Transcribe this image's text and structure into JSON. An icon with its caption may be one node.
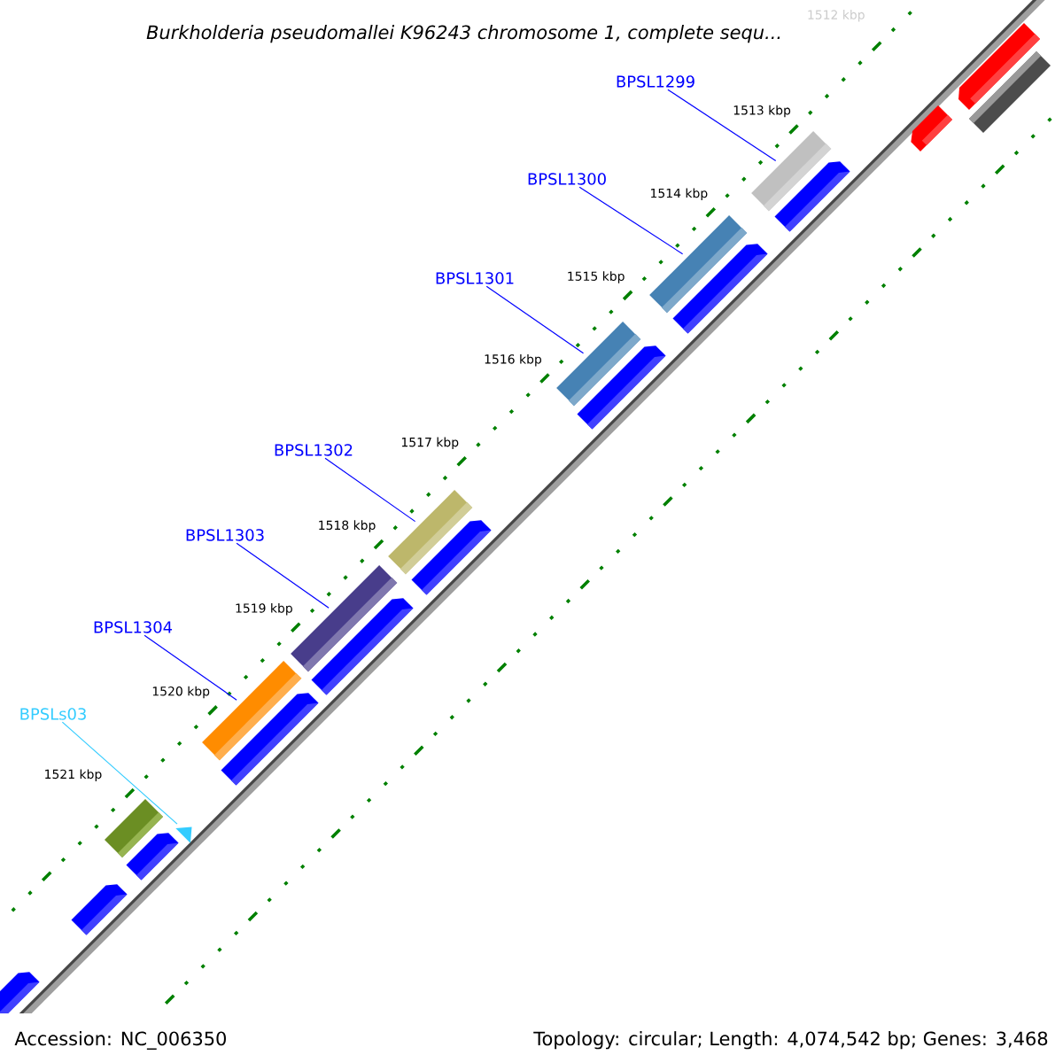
{
  "diagram": {
    "title": "Burkholderia pseudomallei K96243 chromosome 1, complete sequ...",
    "nodes": [
      {
        "text": [
          "BPSL1299"
        ]
      },
      {
        "text": [
          "BPSL1300"
        ]
      },
      {
        "text": [
          "BPSL1301"
        ]
      },
      {
        "text": [
          "BPSL1302"
        ]
      },
      {
        "text": [
          "BPSL1303"
        ]
      },
      {
        "text": [
          "BPSL1304"
        ]
      },
      {
        "text": [
          "BPSLs03"
        ]
      },
      {
        "text": [],
        "shape": "box"
      },
      {
        "text": [],
        "shape": "box"
      },
      {
        "text": [],
        "shape": "box"
      },
      {
        "text": [],
        "shape": "box"
      },
      {
        "text": [],
        "shape": "box"
      },
      {
        "text": [],
        "shape": "box"
      },
      {
        "text": [],
        "shape": "arrow"
      }
    ],
    "edges": [
      {
        "from": 0,
        "to": 7,
        "arrow": "none"
      },
      {
        "from": 1,
        "to": 8,
        "arrow": "none"
      },
      {
        "from": 2,
        "to": 9,
        "arrow": "none"
      },
      {
        "from": 3,
        "to": 10,
        "arrow": "none"
      },
      {
        "from": 4,
        "to": 11,
        "arrow": "none"
      },
      {
        "from": 5,
        "to": 12,
        "arrow": "none"
      },
      {
        "from": 6,
        "to": 13,
        "arrow": "none",
        "color": "#33ccff"
      }
    ],
    "labels": [
      "1512 kbp",
      "1513 kbp",
      "1514 kbp",
      "1515 kbp",
      "1516 kbp",
      "1517 kbp",
      "1518 kbp",
      "1519 kbp",
      "1520 kbp",
      "1521 kbp",
      "Accession: NC_006350",
      "Topology: circular; Length: 4,074,542 bp; Genes: 3,468"
    ]
  }
}
